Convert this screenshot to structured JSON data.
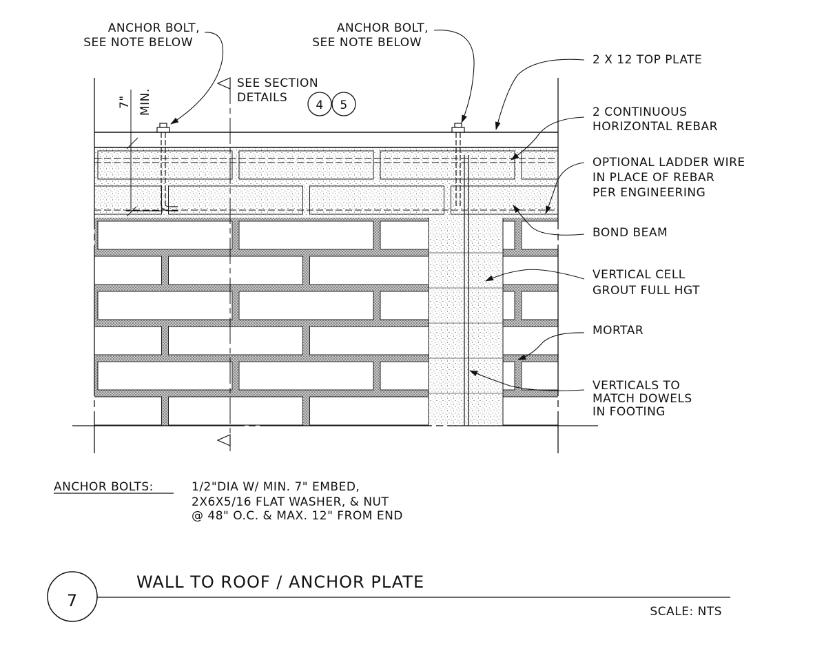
{
  "labels": {
    "anchor_bolt_left": [
      "ANCHOR BOLT,",
      "SEE NOTE BELOW"
    ],
    "anchor_bolt_right": [
      "ANCHOR BOLT,",
      "SEE NOTE BELOW"
    ],
    "see_section": [
      "SEE SECTION",
      "DETAILS"
    ],
    "section_refs": [
      "4",
      "5"
    ],
    "embed_dim": "7\"",
    "embed_min": "MIN.",
    "top_plate": "2 X 12 TOP PLATE",
    "horizontal_rebar": [
      "2 CONTINUOUS",
      "HORIZONTAL REBAR"
    ],
    "ladder_wire": [
      "OPTIONAL LADDER WIRE",
      "IN PLACE OF REBAR",
      "PER ENGINEERING"
    ],
    "bond_beam": "BOND BEAM",
    "vertical_cell": [
      "VERTICAL CELL",
      "GROUT FULL HGT"
    ],
    "mortar": "MORTAR",
    "verticals": [
      "VERTICALS TO",
      "MATCH DOWELS",
      "IN FOOTING"
    ]
  },
  "note": {
    "heading": "ANCHOR BOLTS:",
    "lines": [
      "1/2\"DIA  W/ MIN. 7\" EMBED,",
      "2X6X5/16 FLAT WASHER, & NUT",
      "@ 48\" O.C. & MAX. 12\" FROM END"
    ]
  },
  "title": {
    "number": "7",
    "text": "WALL TO ROOF / ANCHOR PLATE",
    "scale": "SCALE: NTS"
  }
}
